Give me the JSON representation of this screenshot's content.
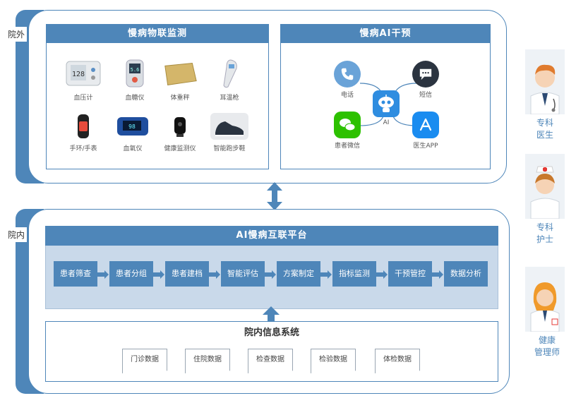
{
  "sections": {
    "outside_label": "院外",
    "inside_label": "院内"
  },
  "iot_panel": {
    "title": "慢病物联监测",
    "devices": [
      {
        "label": "血压计",
        "icon": "blood-pressure-monitor-icon"
      },
      {
        "label": "血糖仪",
        "icon": "glucose-meter-icon"
      },
      {
        "label": "体重秤",
        "icon": "weight-scale-icon"
      },
      {
        "label": "耳温枪",
        "icon": "ear-thermometer-icon"
      },
      {
        "label": "手环/手表",
        "icon": "smart-band-icon"
      },
      {
        "label": "血氧仪",
        "icon": "pulse-oximeter-icon"
      },
      {
        "label": "健康监测仪",
        "icon": "health-monitor-icon"
      },
      {
        "label": "智能跑步鞋",
        "icon": "smart-shoe-icon"
      }
    ]
  },
  "ai_panel": {
    "title": "慢病AI干预",
    "center_label": "AI",
    "channels": [
      {
        "label": "电话",
        "icon": "phone-icon",
        "color": "#6aa3d8"
      },
      {
        "label": "短信",
        "icon": "sms-icon",
        "color": "#2b3440"
      },
      {
        "label": "患者微信",
        "icon": "wechat-icon",
        "color": "#2dc100"
      },
      {
        "label": "医生APP",
        "icon": "app-store-icon",
        "color": "#1a8cf0"
      }
    ]
  },
  "platform": {
    "title": "AI慢病互联平台",
    "steps": [
      "患者筛查",
      "患者分组",
      "患者建档",
      "智能评估",
      "方案制定",
      "指标监测",
      "干预管控",
      "数据分析"
    ]
  },
  "his": {
    "title": "院内信息系统",
    "docs": [
      "门诊数据",
      "住院数据",
      "检查数据",
      "检验数据",
      "体检数据"
    ]
  },
  "roles": [
    {
      "line1": "专科",
      "line2": "医生",
      "icon": "doctor-avatar-icon"
    },
    {
      "line1": "专科",
      "line2": "护士",
      "icon": "nurse-avatar-icon"
    },
    {
      "line1": "健康",
      "line2": "管理师",
      "icon": "health-manager-avatar-icon"
    }
  ],
  "colors": {
    "primary": "#4e86b9",
    "platform_bg": "#c9d9ea"
  }
}
